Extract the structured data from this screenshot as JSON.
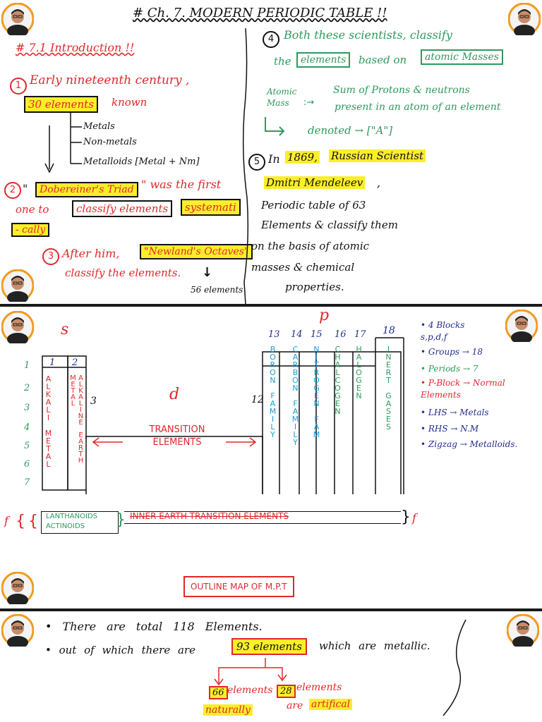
{
  "colors": {
    "red": "#e0282a",
    "blue": "#1f2c8f",
    "green": "#2e9a5c",
    "cyan": "#1aa0d6",
    "highlight": "#fbee2a",
    "avatar_ring": "#f39a1f"
  },
  "page1": {
    "title": "# Ch. 7. MODERN PERIODIC TABLE !!",
    "section": "# 7.1 Introduction !!",
    "n1": "1",
    "early": "Early nineteenth century ,",
    "elements30": "30 elements",
    "known": "known",
    "tree": [
      "Metals",
      "Non-metals",
      "Metalloids [Metal + Nm]"
    ],
    "n2": "2",
    "dob_quote": "\"",
    "dob": "Dobereiner's Triad",
    "dob_end": "\" was the first",
    "one_to": "one to",
    "classify_el": "classify elements",
    "systemati": "systemati",
    "cally": "- cally",
    "n3": "3",
    "after_him": "After him,",
    "newlands": "\"Newland's Octaves\"",
    "classify_the": "classify the elements.",
    "arrow_down": "↓",
    "fifty_six": "56 elements",
    "n4": "4",
    "both": "Both these scientists, classify",
    "the": "the",
    "elements_box": "elements",
    "based_on": "based on",
    "atomic_masses": "atomic Masses",
    "atomic_mass": "Atomic Mass",
    "colon_arrow": ":→",
    "sum_line1": "Sum of Protons & neutrons",
    "sum_line2": "present in an atom of an element",
    "denoted": "denoted → [\"A\"]",
    "n5": "5",
    "in1869_pre": "In",
    "year": "1869,",
    "russian": "Russian Scientist",
    "dmitri": "Dmitri Mendeleev",
    "comma": ",",
    "periodic_l1": "Periodic table of 63",
    "periodic_l2": "Elements & classify them",
    "periodic_l3": "on the basis of atomic",
    "periodic_l4": "masses & chemical",
    "periodic_l5": "properties."
  },
  "page2": {
    "s_label": "s",
    "p_label": "p",
    "d_label": "d",
    "f_label": "f",
    "group_nums": [
      "1",
      "2",
      "3",
      "12",
      "13",
      "14",
      "15",
      "16",
      "17",
      "18"
    ],
    "periods": [
      "1",
      "2",
      "3",
      "4",
      "5",
      "6",
      "7"
    ],
    "col1": "ALKALI METAL",
    "col2": "ALKALINE EARTH METAL",
    "g13": "BORON FAMILY",
    "g14": "CARBON FAMILY",
    "g15": "NITROGEN FAM",
    "g16": "CHALCOGEN",
    "g17": "HALOGEN",
    "g18": "INERT GASES",
    "transition": "TRANSITION ELEMENTS",
    "lanthanoids": "LANTHANOIDS",
    "actinoids": "ACTINOIDS",
    "inner": "INNER EARTH TRANSITION ELEMENTS",
    "notes": [
      {
        "text": "• 4 Blocks s,p,d,f",
        "color": "blue"
      },
      {
        "text": "• Groups → 18",
        "color": "blue"
      },
      {
        "text": "• Periods → 7",
        "color": "green"
      },
      {
        "text": "• P-Block → Normal Elements",
        "color": "red"
      },
      {
        "text": "• LHS → Metals",
        "color": "blue"
      },
      {
        "text": "• RHS → N.M",
        "color": "blue"
      },
      {
        "text": "• Zigzag → Metalloids.",
        "color": "blue"
      }
    ],
    "outline": "OUTLINE MAP OF M.P.T"
  },
  "page3": {
    "line1": "• There are total 118 Elements.",
    "line2_pre": "• out of which there are",
    "metallic93": "93 elements",
    "line2_post": "which are metallic.",
    "n66": "66",
    "n66_text": "elements",
    "naturally": "naturally",
    "n28": "28",
    "n28_text": "elements",
    "are": "are",
    "artificial": "artifical"
  }
}
